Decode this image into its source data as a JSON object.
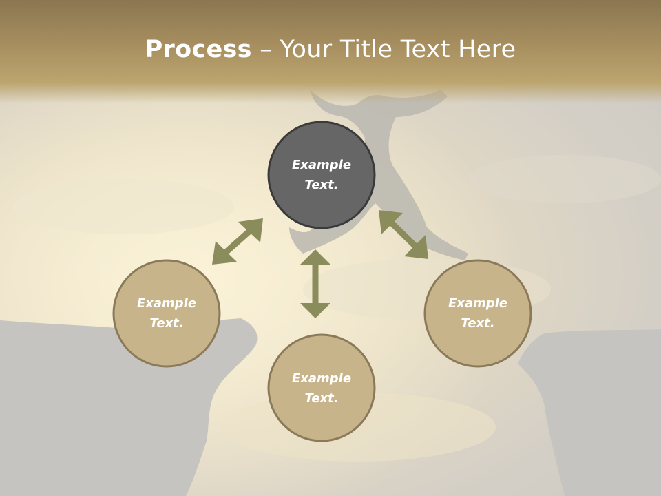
{
  "slide": {
    "title_bold": "Process",
    "title_rest": " – Your Title Text Here"
  },
  "diagram": {
    "center": {
      "line1": "Example",
      "line2": "Text."
    },
    "left": {
      "line1": "Example",
      "line2": "Text."
    },
    "bottom": {
      "line1": "Example",
      "line2": "Text."
    },
    "right": {
      "line1": "Example",
      "line2": "Text."
    }
  },
  "colors": {
    "title_band": "#a88f60",
    "center_circle": "#666666",
    "outer_circle": "#c8b48a",
    "circle_border_dark": "#3a3a3a",
    "circle_border_light": "#8a7a5a",
    "arrow": "#8b8c5c"
  }
}
